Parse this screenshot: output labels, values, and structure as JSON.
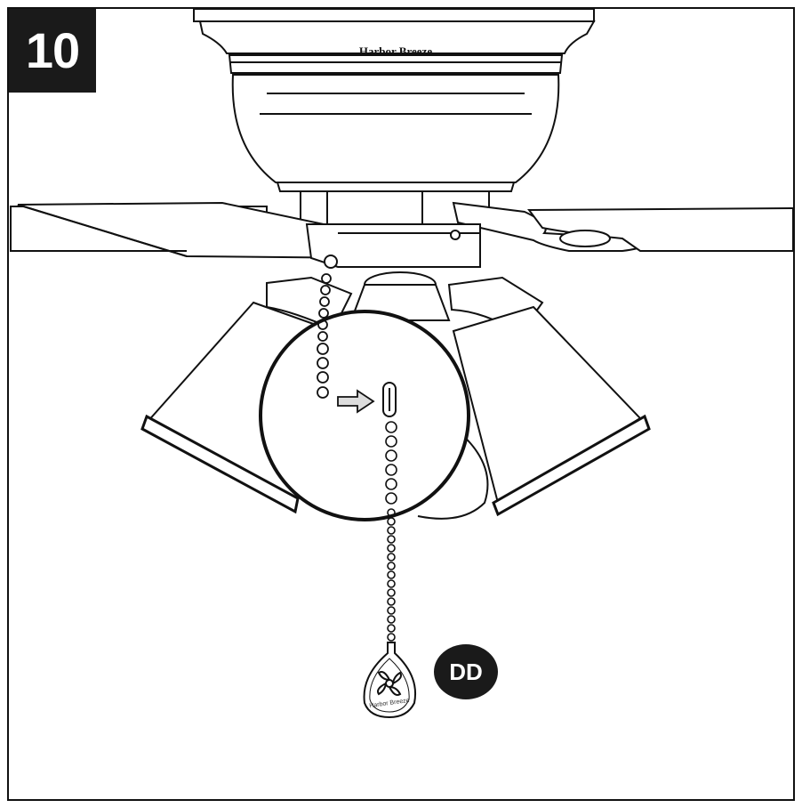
{
  "step": {
    "number": "10"
  },
  "brand": {
    "canopy_text": "Harbor Breeze",
    "pull_text": "Harbor Breeze"
  },
  "part": {
    "label": "DD"
  },
  "icons": [
    "fan-pull-chain-icon",
    "arrow-right-icon",
    "fan-blade-logo-icon"
  ]
}
